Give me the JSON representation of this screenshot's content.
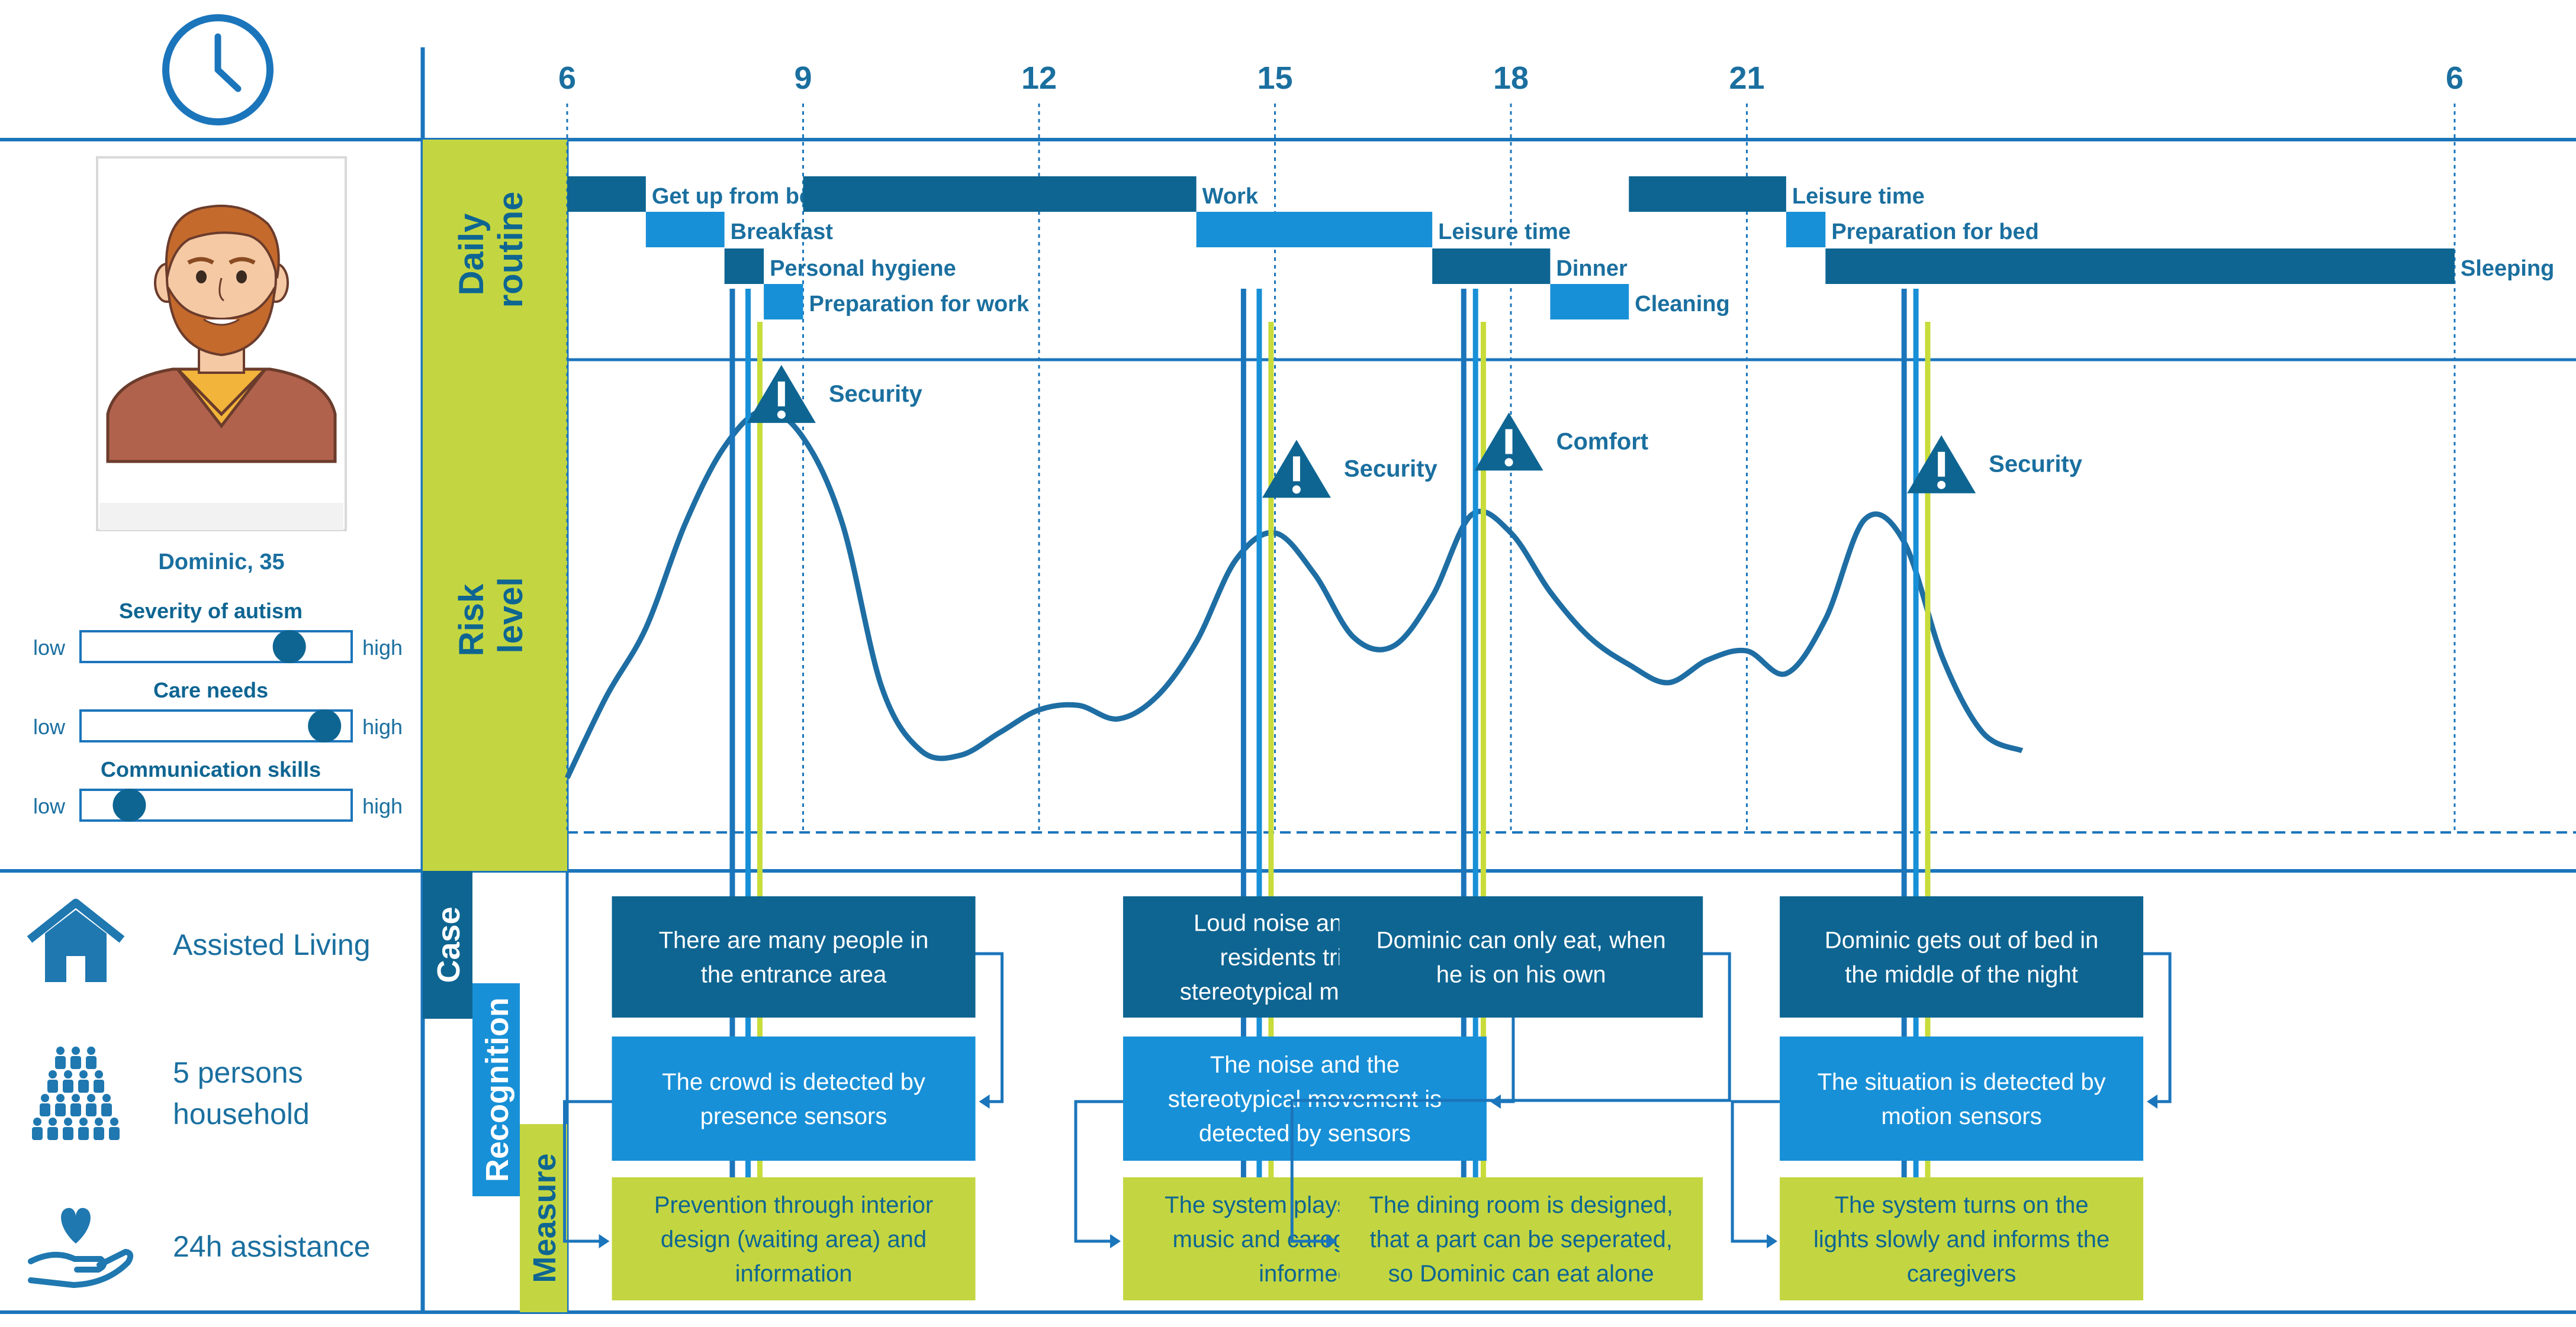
{
  "colors": {
    "dark_blue": "#0e6592",
    "mid_blue": "#1f78b0",
    "light_blue": "#1890d7",
    "lime": "#c3d641",
    "lime_line": "#c8dc3a",
    "line_blue": "#1b75bb",
    "text_blue": "#1a6f9f"
  },
  "icons": {
    "clock": "clock-icon",
    "house": "house-icon",
    "people": "people-icon",
    "care": "heart-hand-icon",
    "warning": "warning-triangle-icon"
  },
  "time_axis": {
    "ticks": [
      "6",
      "9",
      "12",
      "15",
      "18",
      "21",
      "6"
    ]
  },
  "section_labels": {
    "daily_routine": [
      "Daily",
      "routine"
    ],
    "risk_level": [
      "Risk",
      "level"
    ],
    "case": "Case",
    "recognition": "Recognition",
    "measure": "Measure"
  },
  "person": {
    "name": "Dominic, 35",
    "sliders": [
      {
        "label": "Severity of autism",
        "low": "low",
        "high": "high",
        "level": 0.77
      },
      {
        "label": "Care needs",
        "low": "low",
        "high": "high",
        "level": 0.9
      },
      {
        "label": "Communication skills",
        "low": "low",
        "high": "high",
        "level": 0.18
      }
    ]
  },
  "context": [
    {
      "icon": "house-icon",
      "lines": [
        "Assisted Living"
      ]
    },
    {
      "icon": "people-icon",
      "lines": [
        "5 persons",
        "household"
      ]
    },
    {
      "icon": "heart-hand-icon",
      "lines": [
        "24h assistance"
      ]
    }
  ],
  "routine": [
    {
      "label": "Get up from bed",
      "start": 6.0,
      "end": 7.0,
      "row": 0
    },
    {
      "label": "Breakfast",
      "start": 7.0,
      "end": 8.0,
      "row": 1
    },
    {
      "label": "Personal hygiene",
      "start": 8.0,
      "end": 8.5,
      "row": 2
    },
    {
      "label": "Preparation for work",
      "start": 8.5,
      "end": 9.0,
      "row": 3
    },
    {
      "label": "Work",
      "start": 9.0,
      "end": 14.0,
      "row": 0
    },
    {
      "label": "Leisure time",
      "start": 14.0,
      "end": 17.0,
      "row": 1
    },
    {
      "label": "Dinner",
      "start": 17.0,
      "end": 18.5,
      "row": 2
    },
    {
      "label": "Cleaning",
      "start": 18.5,
      "end": 19.5,
      "row": 3
    },
    {
      "label": "Leisure time",
      "start": 19.5,
      "end": 21.5,
      "row": 0
    },
    {
      "label": "Preparation for bed",
      "start": 21.5,
      "end": 22.0,
      "row": 1
    },
    {
      "label": "Sleeping",
      "start": 22.0,
      "end": 30.0,
      "row": 2
    }
  ],
  "risk_curve": [
    [
      6.0,
      0.12
    ],
    [
      6.5,
      0.3
    ],
    [
      7.0,
      0.45
    ],
    [
      7.5,
      0.68
    ],
    [
      8.0,
      0.85
    ],
    [
      8.5,
      0.93
    ],
    [
      9.0,
      0.87
    ],
    [
      9.5,
      0.68
    ],
    [
      10.0,
      0.32
    ],
    [
      10.5,
      0.18
    ],
    [
      11.0,
      0.17
    ],
    [
      11.5,
      0.22
    ],
    [
      12.0,
      0.27
    ],
    [
      12.5,
      0.28
    ],
    [
      13.0,
      0.25
    ],
    [
      13.5,
      0.3
    ],
    [
      14.0,
      0.42
    ],
    [
      14.5,
      0.6
    ],
    [
      15.0,
      0.66
    ],
    [
      15.5,
      0.57
    ],
    [
      16.0,
      0.43
    ],
    [
      16.5,
      0.41
    ],
    [
      17.0,
      0.52
    ],
    [
      17.5,
      0.7
    ],
    [
      18.0,
      0.66
    ],
    [
      18.5,
      0.53
    ],
    [
      19.0,
      0.43
    ],
    [
      19.5,
      0.37
    ],
    [
      20.0,
      0.33
    ],
    [
      20.5,
      0.38
    ],
    [
      21.0,
      0.4
    ],
    [
      21.5,
      0.35
    ],
    [
      22.0,
      0.47
    ],
    [
      22.5,
      0.69
    ],
    [
      23.0,
      0.64
    ],
    [
      23.5,
      0.38
    ],
    [
      24.0,
      0.22
    ],
    [
      24.5,
      0.18
    ]
  ],
  "warnings": [
    {
      "label": "Security",
      "time": 8.95,
      "level": 0.965
    },
    {
      "label": "Security",
      "time": 15.5,
      "level": 0.8
    },
    {
      "label": "Comfort",
      "time": 18.2,
      "level": 0.86
    },
    {
      "label": "Security",
      "time": 23.7,
      "level": 0.81
    }
  ],
  "scenarios": [
    {
      "lines_time": [
        8.1,
        8.3,
        8.45
      ],
      "case": [
        "There are many people in",
        "the entrance area"
      ],
      "recognition": [
        "The crowd is detected by",
        "presence sensors"
      ],
      "measure": [
        "Prevention through interior",
        "design (waiting area) and",
        "information"
      ]
    },
    {
      "lines_time": [
        14.6,
        14.8,
        14.95
      ],
      "case": [
        "Loud noise and other",
        "residents trigger",
        "stereotypical movement"
      ],
      "recognition": [
        "The noise and the",
        "stereotypical movement is",
        "detected  by sensors"
      ],
      "measure": [
        "The system plays pleasant",
        "music and caregivers are",
        "informed"
      ]
    },
    {
      "lines_time": [
        17.4,
        17.55,
        17.65
      ],
      "case": [
        "Dominic can only eat, when",
        "he is on his own"
      ],
      "recognition": [],
      "measure": [
        "The dining room is designed,",
        "that a part can be seperated,",
        "so Dominic can eat alone"
      ]
    },
    {
      "lines_time": [
        23.0,
        23.15,
        23.3
      ],
      "case": [
        "Dominic gets out of bed in",
        "the middle of the night"
      ],
      "recognition": [
        "The situation is detected by",
        "motion sensors"
      ],
      "measure": [
        "The system turns on the",
        "lights slowly and informs the",
        "caregivers"
      ]
    }
  ]
}
